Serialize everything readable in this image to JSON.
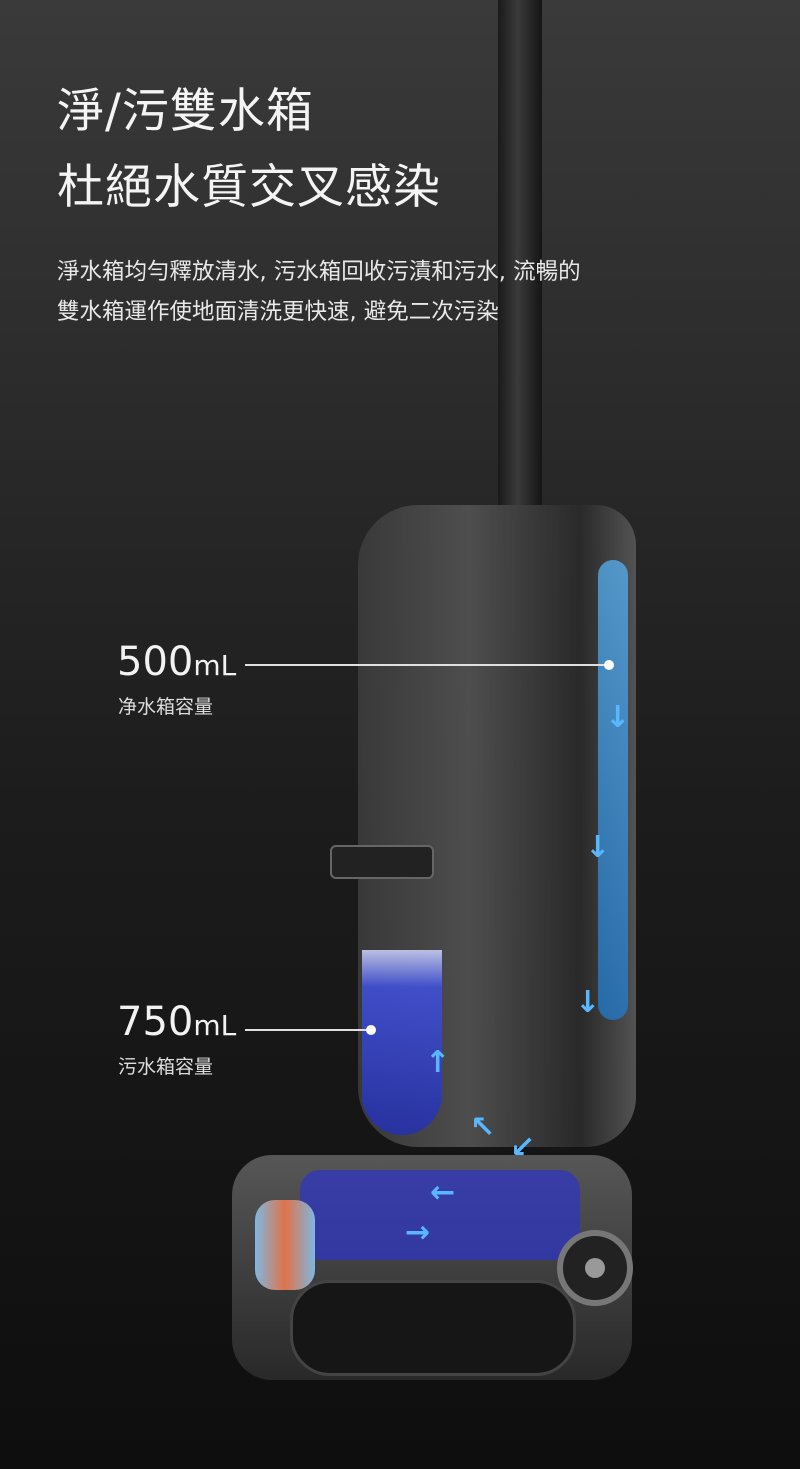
{
  "title_lines": [
    "淨/污雙水箱",
    "杜絕水質交叉感染"
  ],
  "description_lines": [
    "淨水箱均勻釋放清水, 污水箱回收污漬和污水, 流暢的",
    "雙水箱運作使地面清洗更快速, 避免二次污染"
  ],
  "callouts": [
    {
      "value": "500",
      "unit": "mL",
      "label": "净水箱容量"
    },
    {
      "value": "750",
      "unit": "mL",
      "label": "污水箱容量"
    }
  ],
  "colors": {
    "water_blue": "#59b7ff",
    "tank_blue": "#2c34c8",
    "background": "#1c1c1c"
  }
}
